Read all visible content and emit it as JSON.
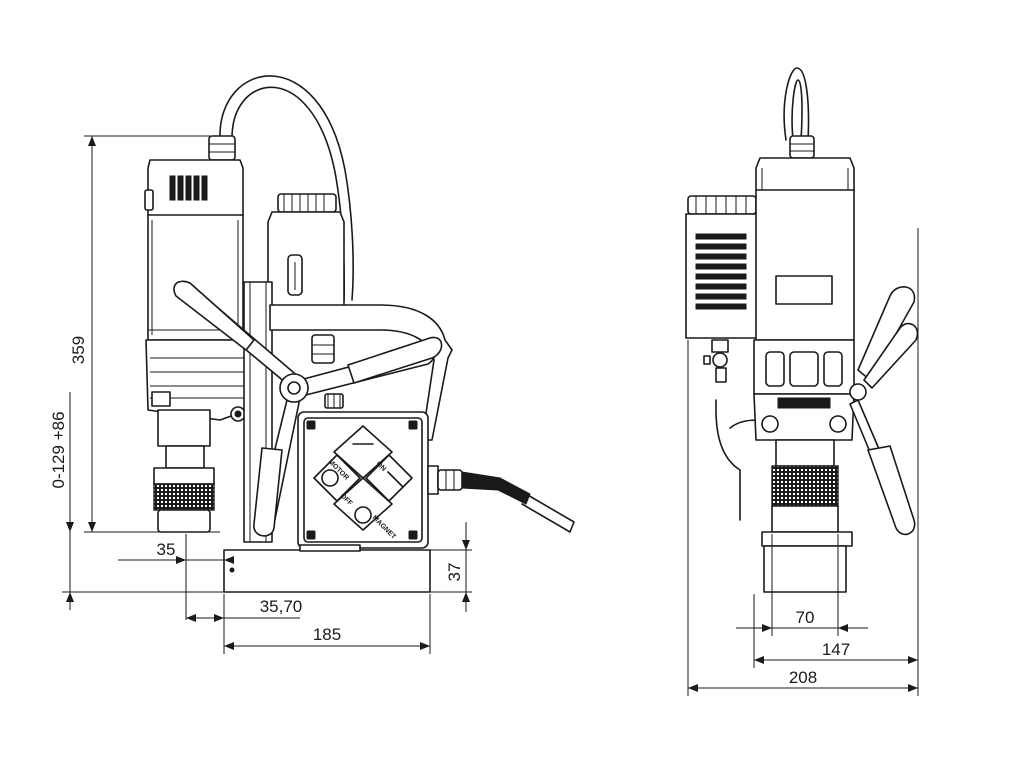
{
  "dimensions": {
    "total_height": "359",
    "stroke": "0-129 +86",
    "spindle_offset": "35",
    "base_height": "37",
    "base_offset": "35,70",
    "base_length": "185",
    "spindle_width": "70",
    "base_width": "147",
    "total_width": "208"
  },
  "control_panel": {
    "motor": "MOTOR",
    "magnet": "MAGNET",
    "on": "ON",
    "off": "OFF"
  },
  "colors": {
    "line": "#1a1a1a",
    "background": "#ffffff"
  }
}
